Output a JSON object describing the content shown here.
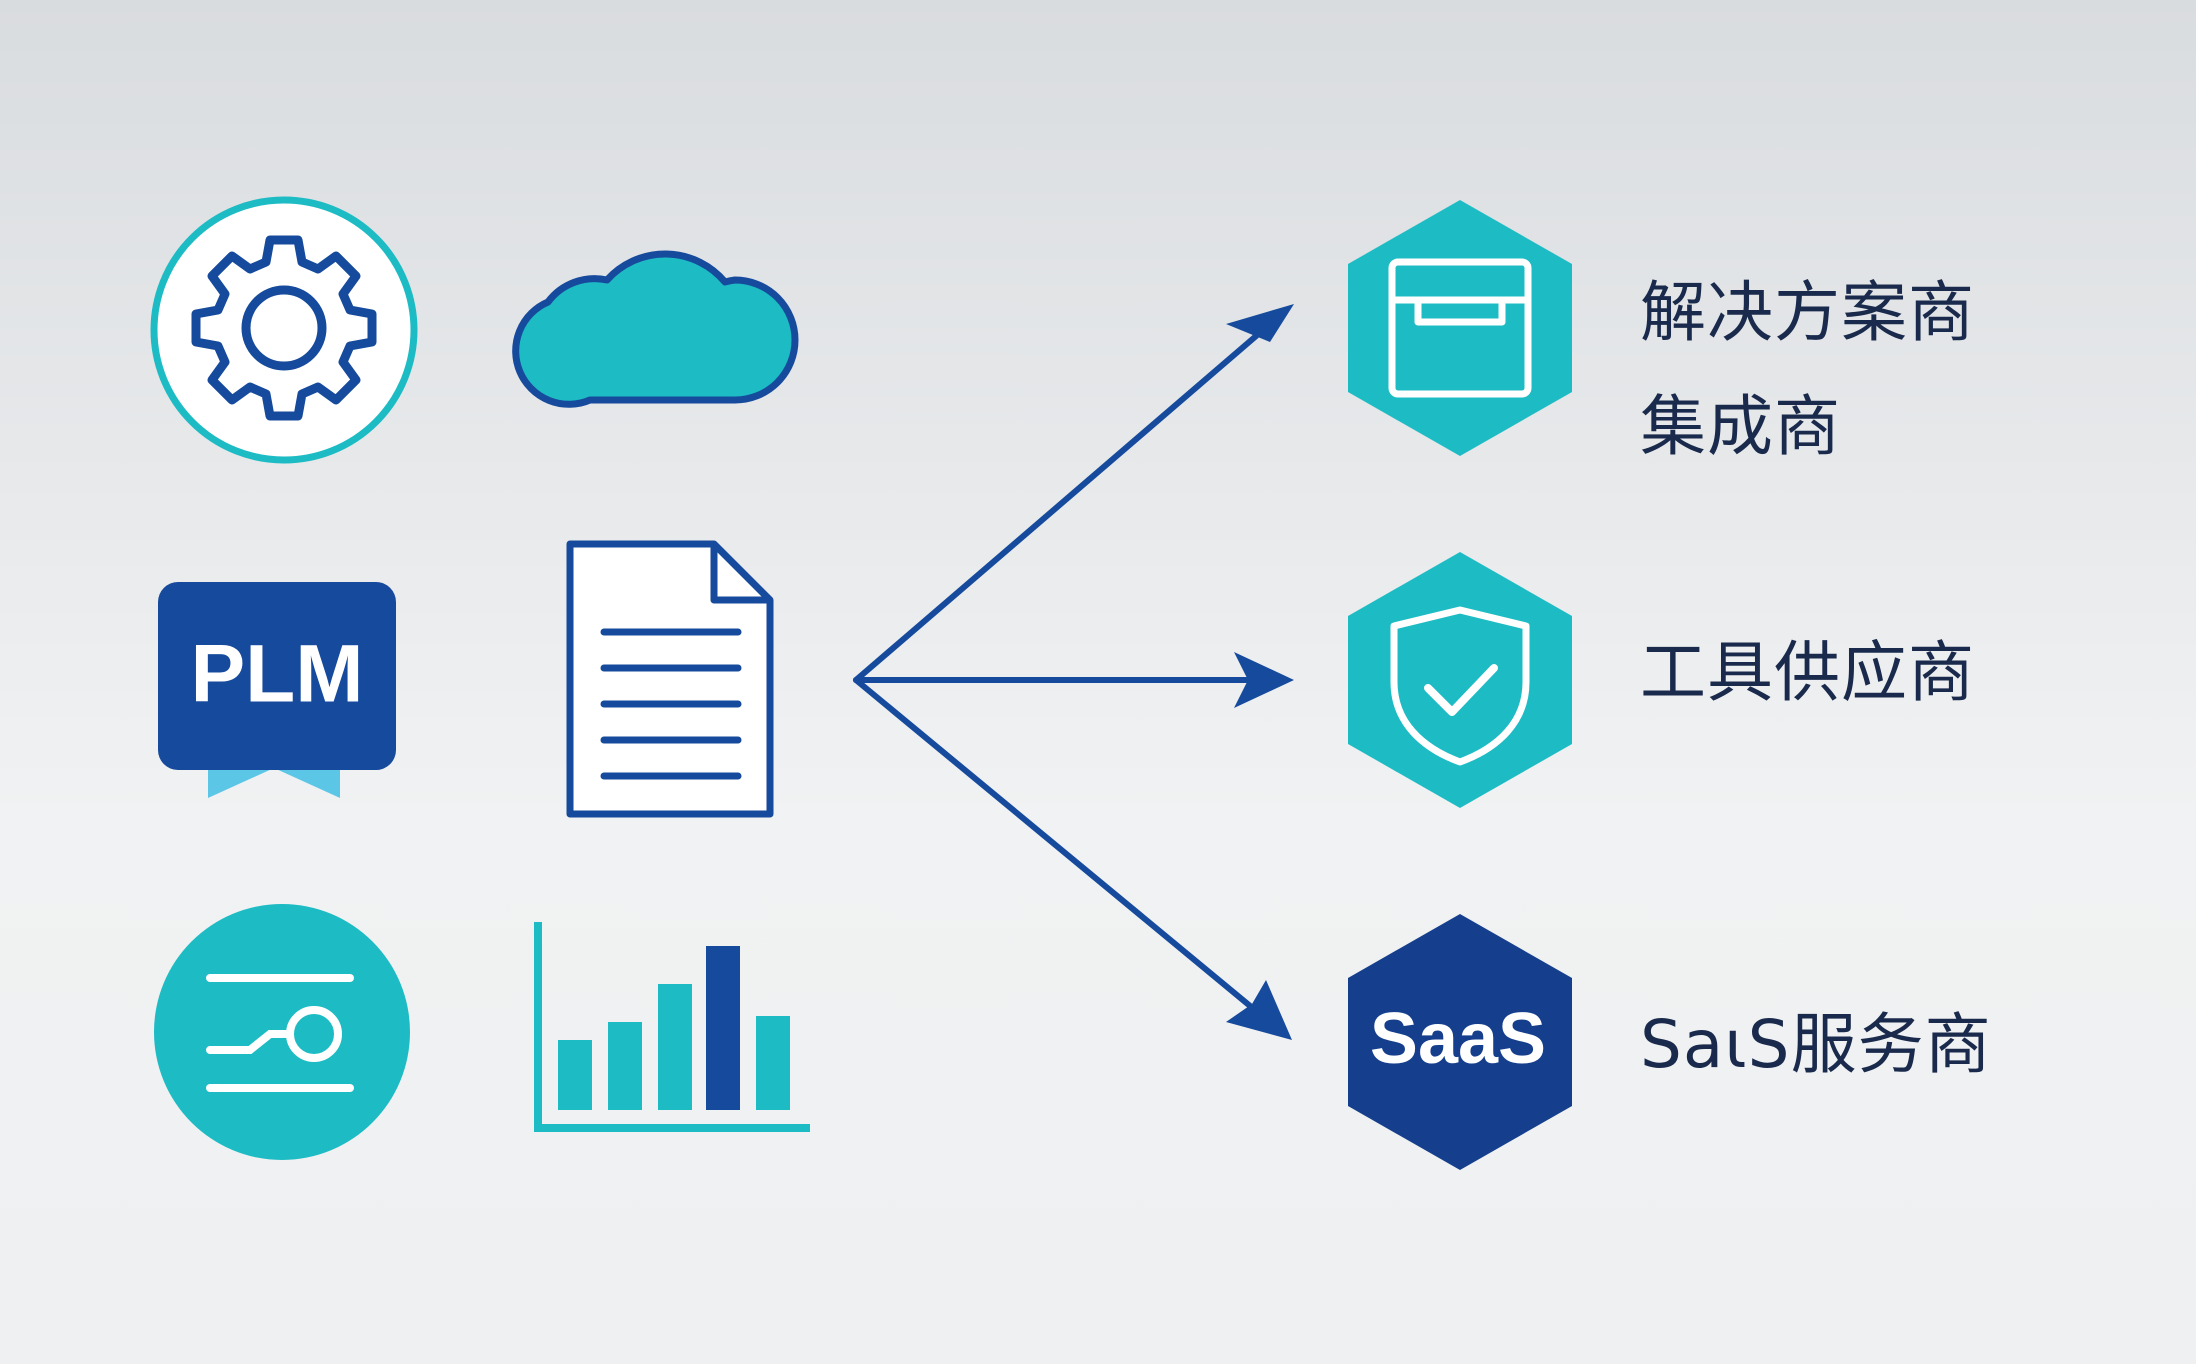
{
  "colors": {
    "teal": "#1dbcc4",
    "navy": "#164a9c",
    "dark_navy": "#153f8c",
    "light_blue": "#5cc6e6",
    "text": "#1a2a4c",
    "white": "#ffffff"
  },
  "left_icons": [
    {
      "name": "gear-icon"
    },
    {
      "name": "cloud-icon"
    },
    {
      "name": "plm-badge",
      "text": "PLM"
    },
    {
      "name": "document-icon"
    },
    {
      "name": "toggle-connector-icon"
    },
    {
      "name": "bar-chart-icon"
    }
  ],
  "targets": [
    {
      "icon": "drawer-box-icon",
      "labels": [
        "解决方案商",
        "集成商"
      ]
    },
    {
      "icon": "shield-check-icon",
      "labels": [
        "工具供应商"
      ]
    },
    {
      "icon": "saas-hexagon",
      "icon_text": "SaaS",
      "labels": [
        "SaιS服务商"
      ]
    }
  ]
}
